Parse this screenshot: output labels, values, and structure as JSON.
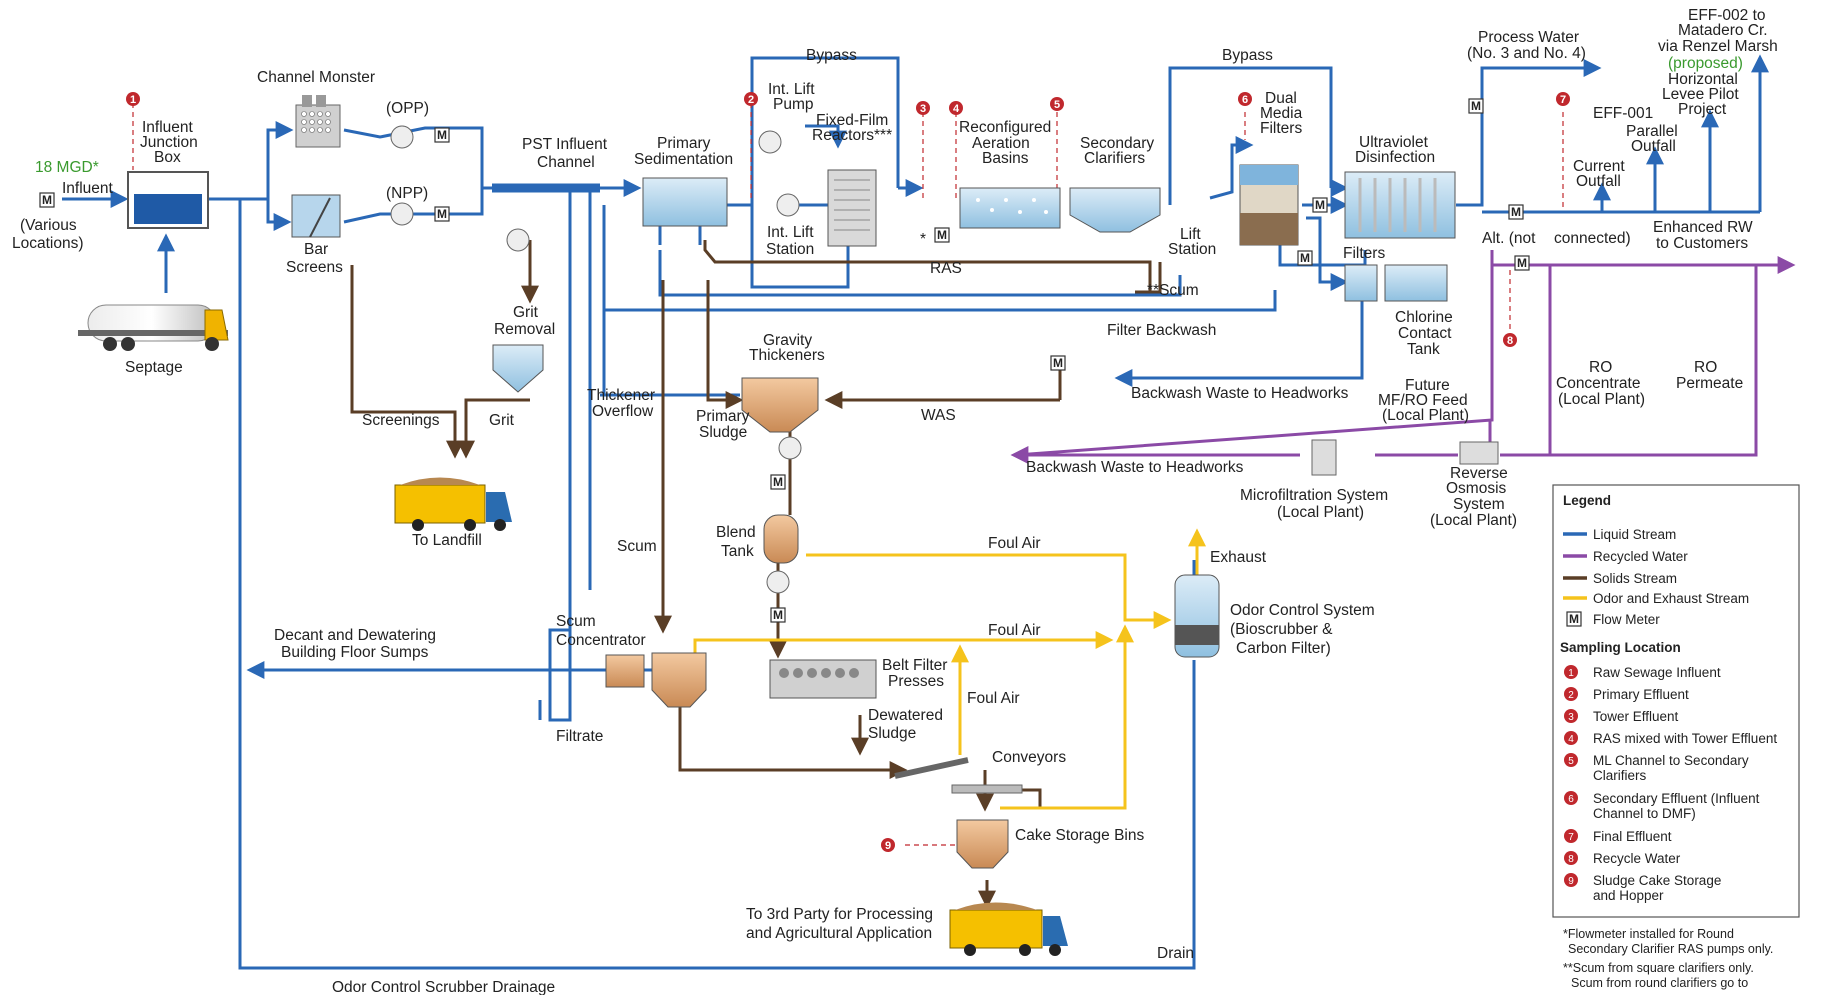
{
  "labels": {
    "mgd": "18 MGD*",
    "influent": "Influent",
    "various1": "(Various",
    "various2": "Locations)",
    "septage": "Septage",
    "ijb1": "Influent",
    "ijb2": "Junction",
    "ijb3": "Box",
    "chan_monster": "Channel Monster",
    "bar1": "Bar",
    "bar2": "Screens",
    "opp": "(OPP)",
    "npp": "(NPP)",
    "pst1": "PST Influent",
    "pst2": "Channel",
    "grit1": "Grit",
    "grit2": "Removal",
    "screenings": "Screenings",
    "grit": "Grit",
    "landfill": "To Landfill",
    "prim1": "Primary",
    "prim2": "Sedimentation",
    "bypass": "Bypass",
    "intlift1": "Int. Lift",
    "intlift2": "Pump",
    "intlifts1": "Int. Lift",
    "intlifts2": "Station",
    "ffr1": "Fixed-Film",
    "ffr2": "Reactors***",
    "rab1": "Reconfigured",
    "rab2": "Aeration",
    "rab3": "Basins",
    "ras": "RAS",
    "sec1": "Secondary",
    "sec2": "Clarifiers",
    "liftst1": "Lift",
    "liftst2": "Station",
    "scum_star": "**Scum",
    "bypass2": "Bypass",
    "dmf1": "Dual",
    "dmf2": "Media",
    "dmf3": "Filters",
    "uv1": "Ultraviolet",
    "uv2": "Disinfection",
    "filters": "Filters",
    "cct1": "Chlorine",
    "cct2": "Contact",
    "cct3": "Tank",
    "filter_backwash": "Filter Backwash",
    "bw_headworks1": "Backwash Waste to Headworks",
    "bw_headworks2": "Backwash Waste to Headworks",
    "procwater1": "Process Water",
    "procwater2": "(No. 3 and No. 4)",
    "eff002_1": "EFF-002 to",
    "eff002_2": "Matadero Cr.",
    "eff002_3": "via Renzel Marsh",
    "proposed": "(proposed)",
    "levee1": "Horizontal",
    "levee2": "Levee Pilot",
    "levee3": "Project",
    "eff001": "EFF-001",
    "parallel1": "Parallel",
    "parallel2": "Outfall",
    "current1": "Current",
    "current2": "Outfall",
    "altnot": "Alt. (not",
    "connected": "connected)",
    "enhanced1": "Enhanced RW",
    "enhanced2": "to Customers",
    "future1": "Future",
    "future2": "MF/RO Feed",
    "future3": "(Local Plant)",
    "roconc1": "RO",
    "roconc2": "Concentrate",
    "roconc3": "(Local Plant)",
    "roperm1": "RO",
    "roperm2": "Permeate",
    "mf1": "Microfiltration System",
    "mf2": "(Local Plant)",
    "ro1": "Reverse",
    "ro2": "Osmosis",
    "ro3": "System",
    "ro4": "(Local Plant)",
    "thick_over1": "Thickener",
    "thick_over2": "Overflow",
    "gt1": "Gravity",
    "gt2": "Thickeners",
    "ps1": "Primary",
    "ps2": "Sludge",
    "was": "WAS",
    "scum": "Scum",
    "blend1": "Blend",
    "blend2": "Tank",
    "foul_air1": "Foul Air",
    "foul_air2": "Foul Air",
    "foul_air3": "Foul Air",
    "exhaust": "Exhaust",
    "ocs1": "Odor Control System",
    "ocs2": "(Bioscrubber &",
    "ocs3": "Carbon Filter)",
    "scumconc1": "Scum",
    "scumconc2": "Concentrator",
    "decant1": "Decant and Dewatering",
    "decant2": "Building Floor Sumps",
    "filtrate": "Filtrate",
    "bfp1": "Belt Filter",
    "bfp2": "Presses",
    "dew1": "Dewatered",
    "dew2": "Sludge",
    "conveyors": "Conveyors",
    "cake": "Cake Storage Bins",
    "third1": "To 3rd Party for Processing",
    "third2": "and Agricultural Application",
    "drain": "Drain",
    "ocsd": "Odor Control Scrubber Drainage"
  },
  "meter_letter": "M",
  "legend": {
    "title": "Legend",
    "streams": [
      {
        "label": "Liquid Stream",
        "color": "#2a68b6"
      },
      {
        "label": "Recycled Water",
        "color": "#8b4aa6"
      },
      {
        "label": "Solids Stream",
        "color": "#5a3e26"
      },
      {
        "label": "Odor and Exhaust Stream",
        "color": "#f5c31c"
      }
    ],
    "flow_meter": "Flow Meter",
    "sampling_title": "Sampling Location",
    "sampling": [
      {
        "n": "1",
        "label": "Raw Sewage Influent"
      },
      {
        "n": "2",
        "label": "Primary Effluent"
      },
      {
        "n": "3",
        "label": "Tower Effluent"
      },
      {
        "n": "4",
        "label": "RAS mixed with Tower Effluent"
      },
      {
        "n": "5",
        "label": "ML Channel to Secondary",
        "label2": "Clarifiers"
      },
      {
        "n": "6",
        "label": "Secondary Effluent (Influent",
        "label2": "Channel to DMF)"
      },
      {
        "n": "7",
        "label": "Final Effluent"
      },
      {
        "n": "8",
        "label": "Recycle Water"
      },
      {
        "n": "9",
        "label": "Sludge Cake Storage",
        "label2": "and Hopper"
      }
    ]
  },
  "footnotes": {
    "f1a": "*Flowmeter installed for Round",
    "f1b": "Secondary Clarifier RAS pumps only.",
    "f2a": "**Scum from square clarifiers only.",
    "f2b": "Scum from round clarifiers go to"
  },
  "colors": {
    "liquid": "#2a68b6",
    "recycled": "#8b4aa6",
    "solids": "#5a3e26",
    "odor": "#f5c31c",
    "sample": "#c0282d"
  }
}
